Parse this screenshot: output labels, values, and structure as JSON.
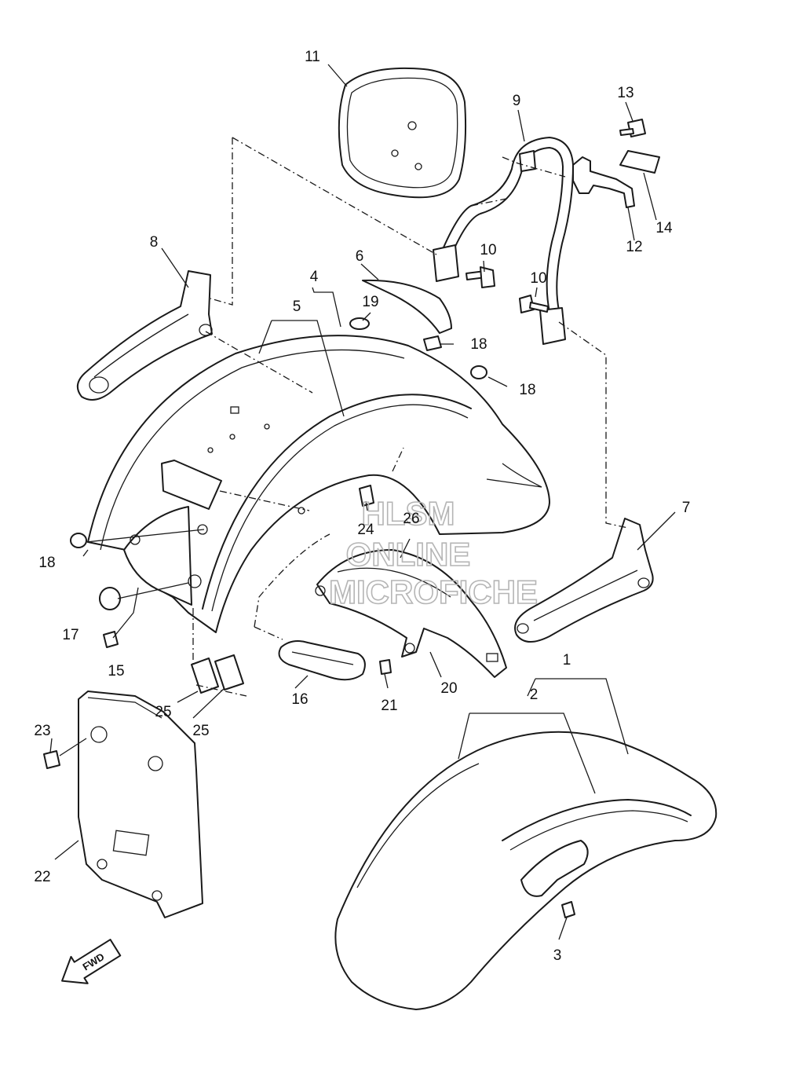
{
  "watermark": {
    "line1": "HLSM",
    "line2": "ONLINE",
    "line3": "MICROFICHE"
  },
  "direction_marker": "FWD",
  "callouts": [
    {
      "id": "c1",
      "label": "1"
    },
    {
      "id": "c2",
      "label": "2"
    },
    {
      "id": "c3",
      "label": "3"
    },
    {
      "id": "c4",
      "label": "4"
    },
    {
      "id": "c5",
      "label": "5"
    },
    {
      "id": "c6",
      "label": "6"
    },
    {
      "id": "c7",
      "label": "7"
    },
    {
      "id": "c8",
      "label": "8"
    },
    {
      "id": "c9",
      "label": "9"
    },
    {
      "id": "c10a",
      "label": "10"
    },
    {
      "id": "c10b",
      "label": "10"
    },
    {
      "id": "c11",
      "label": "11"
    },
    {
      "id": "c12",
      "label": "12"
    },
    {
      "id": "c13",
      "label": "13"
    },
    {
      "id": "c14",
      "label": "14"
    },
    {
      "id": "c15",
      "label": "15"
    },
    {
      "id": "c16",
      "label": "16"
    },
    {
      "id": "c17",
      "label": "17"
    },
    {
      "id": "c18a",
      "label": "18"
    },
    {
      "id": "c18b",
      "label": "18"
    },
    {
      "id": "c18c",
      "label": "18"
    },
    {
      "id": "c19",
      "label": "19"
    },
    {
      "id": "c20",
      "label": "20"
    },
    {
      "id": "c21",
      "label": "21"
    },
    {
      "id": "c22",
      "label": "22"
    },
    {
      "id": "c23",
      "label": "23"
    },
    {
      "id": "c24",
      "label": "24"
    },
    {
      "id": "c25a",
      "label": "25"
    },
    {
      "id": "c25b",
      "label": "25"
    },
    {
      "id": "c26",
      "label": "26"
    }
  ]
}
